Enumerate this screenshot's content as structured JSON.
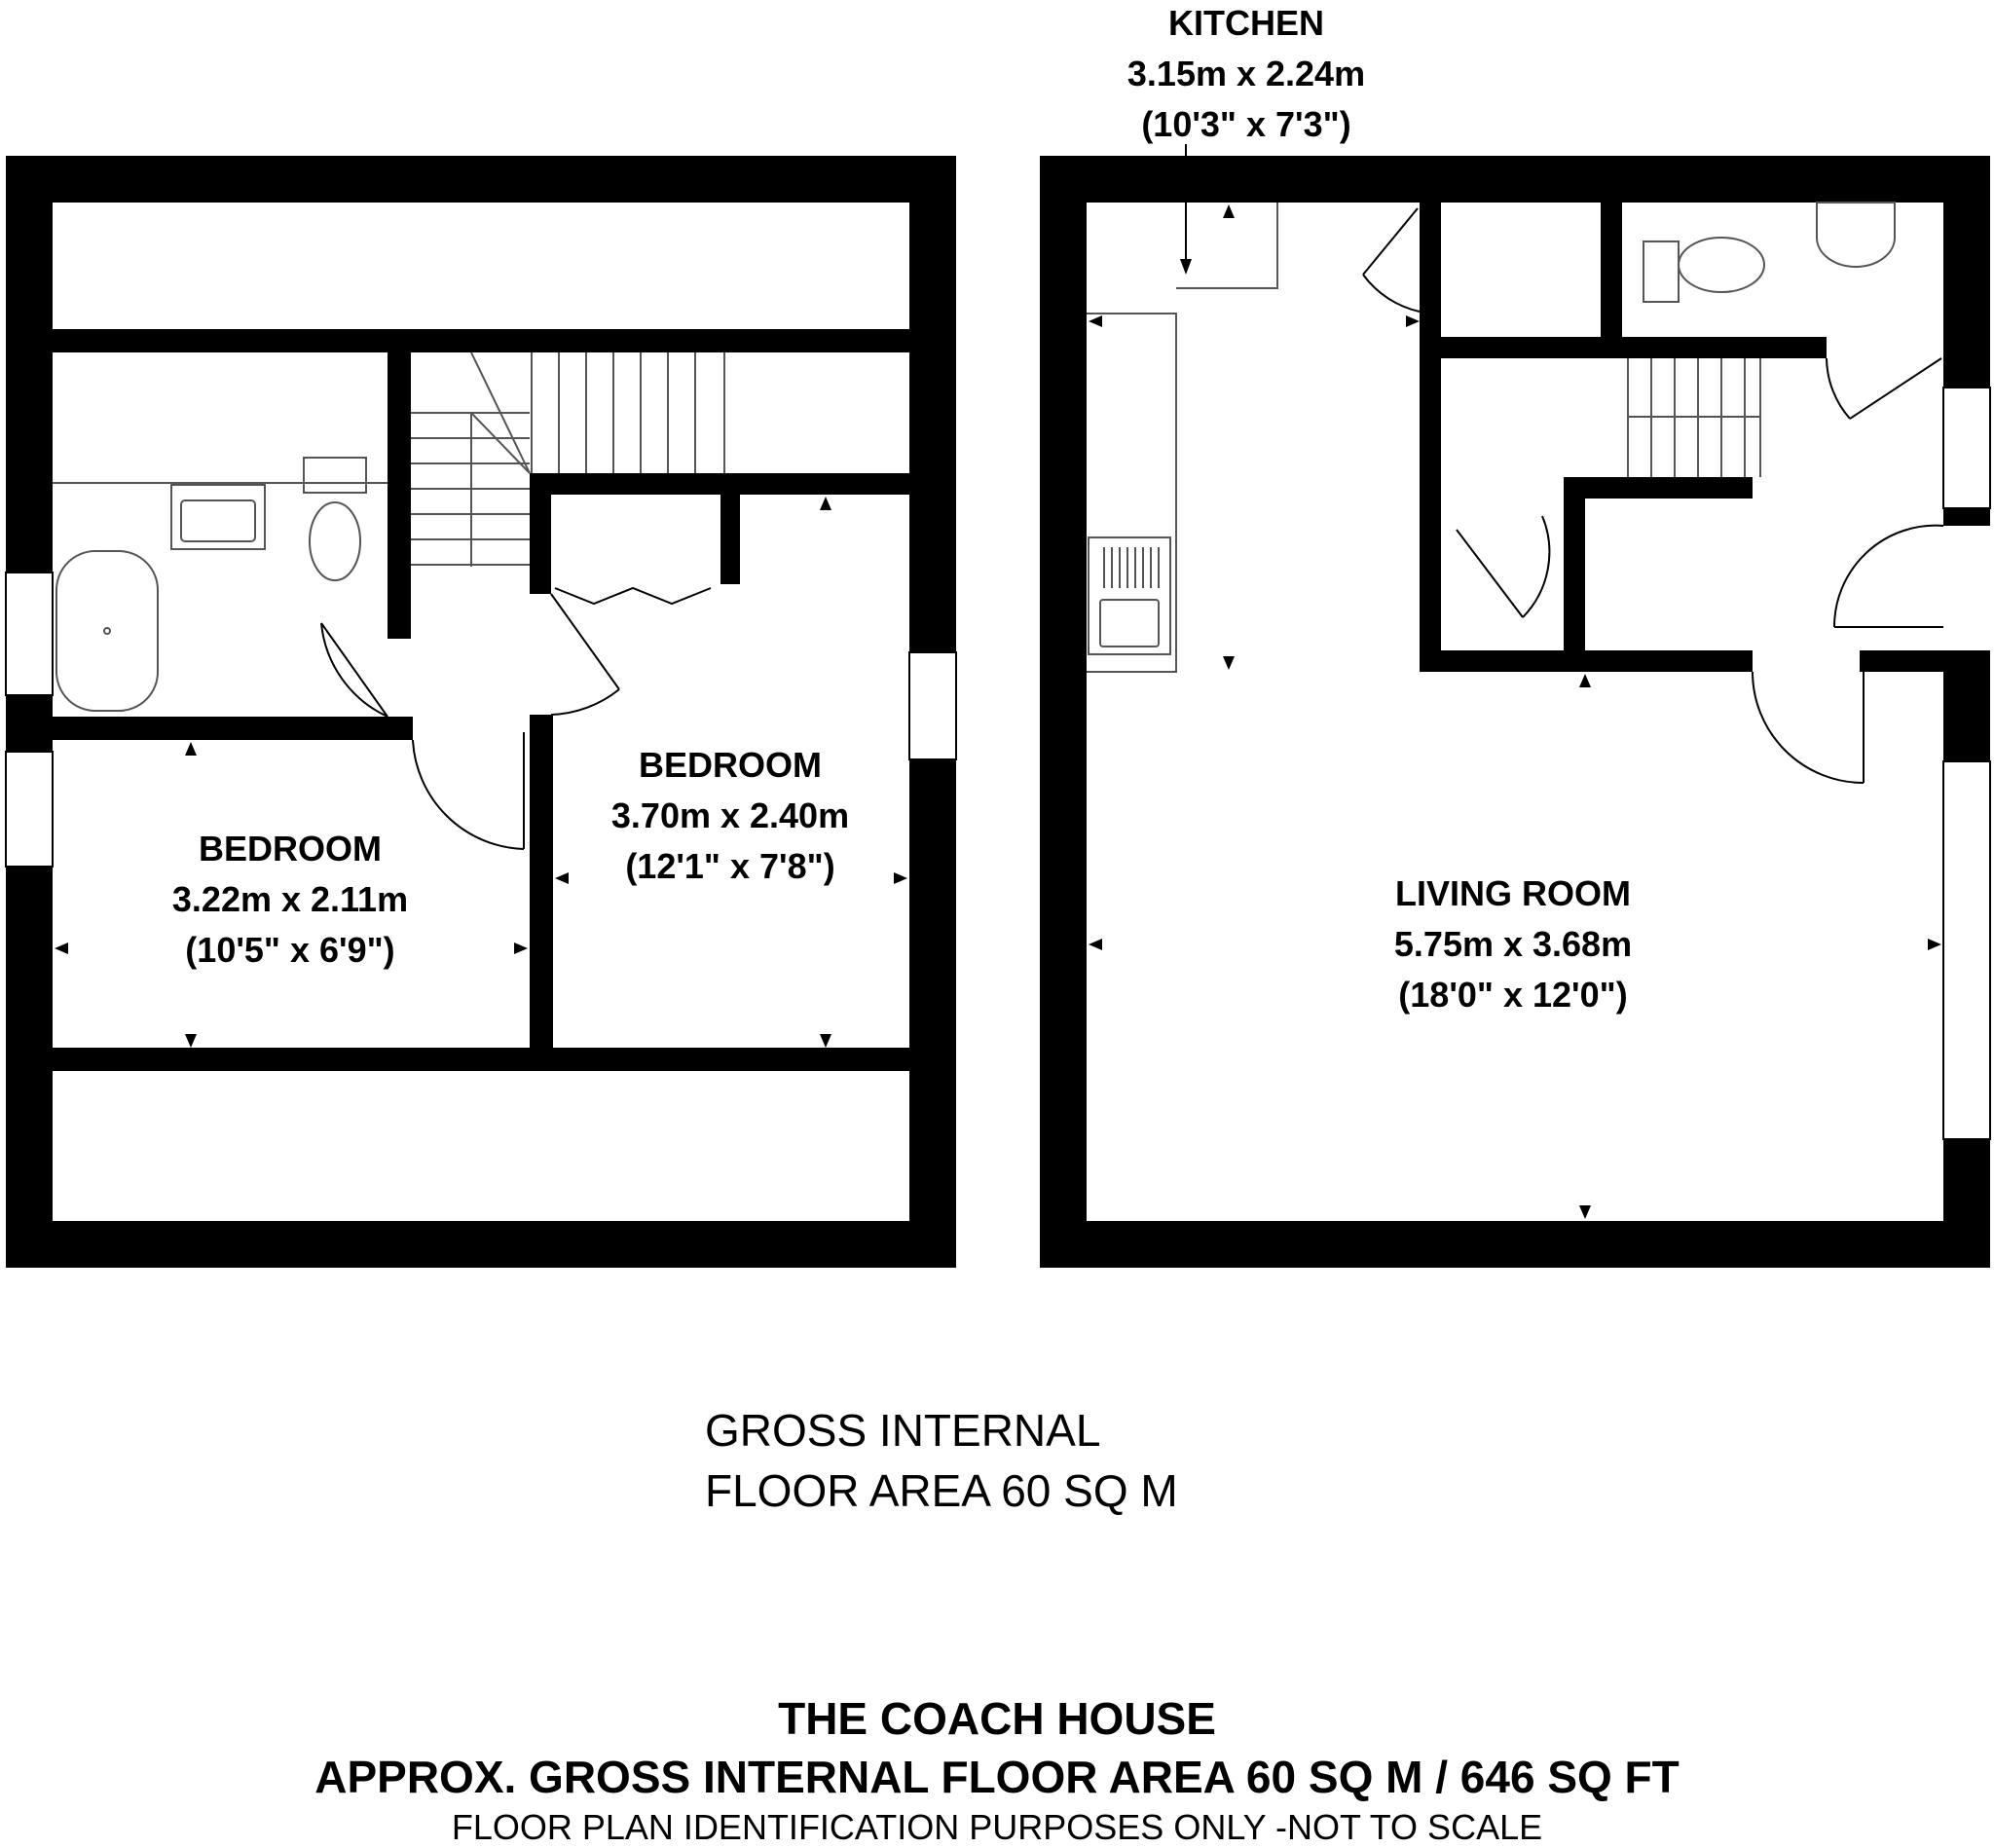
{
  "rooms": {
    "kitchen": {
      "name": "KITCHEN",
      "metric": "3.15m x 2.24m",
      "imperial": "(10'3\" x 7'3\")"
    },
    "bedroom_right": {
      "name": "BEDROOM",
      "metric": "3.70m x 2.40m",
      "imperial": "(12'1\" x 7'8\")"
    },
    "bedroom_left": {
      "name": "BEDROOM",
      "metric": "3.22m x 2.11m",
      "imperial": "(10'5\" x 6'9\")"
    },
    "living_room": {
      "name": "LIVING ROOM",
      "metric": "5.75m x 3.68m",
      "imperial": "(18'0\" x 12'0\")"
    }
  },
  "gross_internal": {
    "line1": "GROSS INTERNAL",
    "line2": "FLOOR AREA 60 SQ M"
  },
  "footer": {
    "title": "THE COACH HOUSE",
    "area": "APPROX. GROSS INTERNAL FLOOR AREA 60 SQ M / 646 SQ FT",
    "note": "FLOOR PLAN IDENTIFICATION PURPOSES ONLY -NOT TO SCALE"
  },
  "colors": {
    "wall": "#000000",
    "background": "#ffffff",
    "fixture_line": "#555555"
  }
}
